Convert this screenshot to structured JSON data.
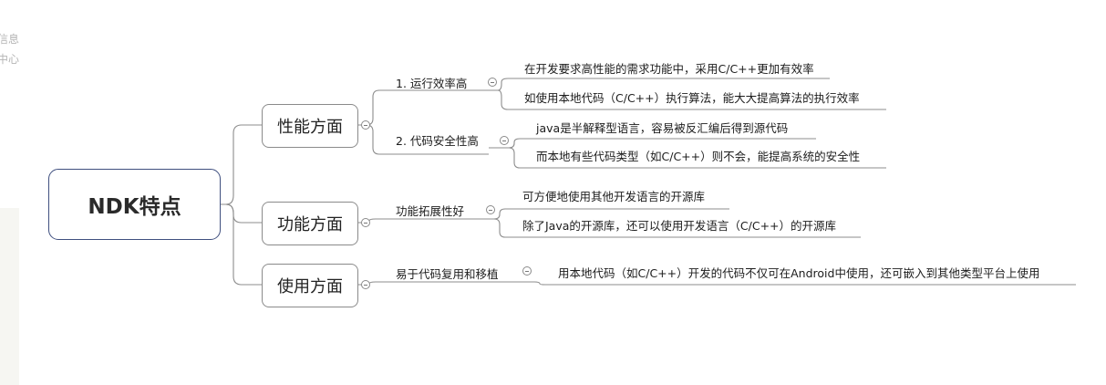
{
  "left_panel": {
    "fragments": [
      "信息",
      "中心"
    ]
  },
  "mindmap": {
    "root": "NDK特点",
    "categories": [
      {
        "label": "性能方面",
        "branches": [
          {
            "label": "1. 运行效率高",
            "leaves": [
              "在开发要求高性能的需求功能中，采用C/C++更加有效率",
              "如使用本地代码（C/C++）执行算法，能大大提高算法的执行效率"
            ]
          },
          {
            "label": "2. 代码安全性高",
            "leaves": [
              "java是半解释型语言，容易被反汇编后得到源代码",
              "而本地有些代码类型（如C/C++）则不会，能提高系统的安全性"
            ]
          }
        ]
      },
      {
        "label": "功能方面",
        "branches": [
          {
            "label": "功能拓展性好",
            "leaves": [
              "可方便地使用其他开发语言的开源库",
              "除了Java的开源库，还可以使用开发语言（C/C++）的开源库"
            ]
          }
        ]
      },
      {
        "label": "使用方面",
        "branches": [
          {
            "label": "易于代码复用和移植",
            "leaves": [
              "用本地代码（如C/C++）开发的代码不仅可在Android中使用，还可嵌入到其他类型平台上使用"
            ]
          }
        ]
      }
    ]
  }
}
